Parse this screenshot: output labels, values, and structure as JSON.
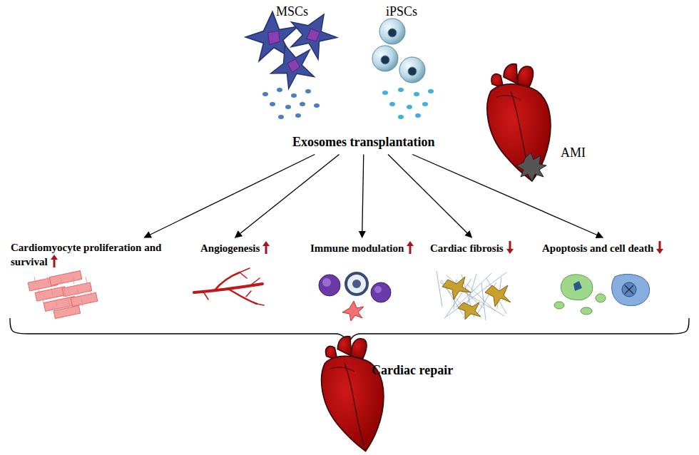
{
  "diagram": {
    "nodes": [
      {
        "text": [
          "Exosomes transplantation"
        ]
      },
      {
        "text": [
          "Cardiomyocyte proliferation and survival"
        ]
      },
      {
        "text": [
          "Angiogenesis"
        ]
      },
      {
        "text": [
          "Immune modulation"
        ]
      },
      {
        "text": [
          "Cardiac fibrosis"
        ]
      },
      {
        "text": [
          "Apoptosis and cell death"
        ]
      },
      {
        "text": [
          "Cardiac repair"
        ]
      }
    ],
    "edges": [
      {
        "from": 0,
        "to": 1,
        "arrow": "to"
      },
      {
        "from": 0,
        "to": 2,
        "arrow": "to"
      },
      {
        "from": 0,
        "to": 3,
        "arrow": "to"
      },
      {
        "from": 0,
        "to": 4,
        "arrow": "to"
      },
      {
        "from": 0,
        "to": 5,
        "arrow": "to"
      }
    ],
    "labels": [
      "MSCs",
      "iPSCs",
      "AMI"
    ]
  }
}
